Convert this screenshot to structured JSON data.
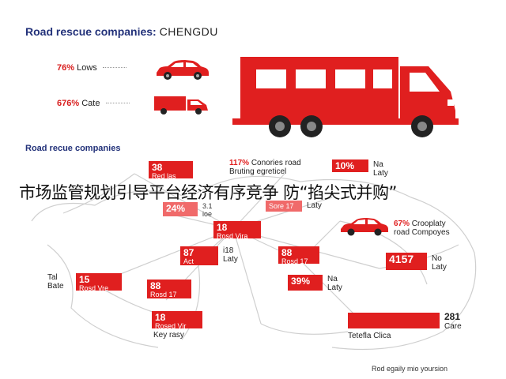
{
  "header": {
    "title": "Road rescue companies:",
    "city": "CHENGDU"
  },
  "top_stats": [
    {
      "pct": "76%",
      "label": "Lows"
    },
    {
      "pct": "676%",
      "label": "Cate"
    }
  ],
  "subtitle": "Road recue companies",
  "overlay_text": "市场监管规划引导平台经济有序竞争 防“掐尖式并购”",
  "map_labels": {
    "l1_value": "38",
    "l1_text": "Red las",
    "l2_pct": "117%",
    "l2_line1": "Conories road",
    "l2_line2": "Bruting egreticel",
    "l3_value": "10%",
    "l3_line1": "Na",
    "l3_line2": "Laty",
    "l4_value": "24%",
    "l4_line1": "3.1",
    "l4_line2": "ioe",
    "l5_text": "Sore 17",
    "l5_side": "Laty",
    "l6_pct": "67%",
    "l6_line1": "Crooplaty",
    "l6_line2": "road Compoyes",
    "l7_value": "18",
    "l7_text": "Rosd Vira",
    "l8_value": "87",
    "l8_text": "Act",
    "l8_side1": "i18",
    "l8_side2": "Laty",
    "l9_value": "88",
    "l9_text": "Rosd 17",
    "l10_value": "4157",
    "l10_line1": "No",
    "l10_line2": "Laty",
    "l11_side1": "Tal",
    "l11_side2": "Bate",
    "l11_value": "15",
    "l11_text": "Rosd Vre",
    "l12_value": "88",
    "l12_text": "Rosd 17",
    "l13_value": "39%",
    "l13_line1": "Na",
    "l13_line2": "Laty",
    "l14_value": "18",
    "l14_text": "Rosed Vir",
    "l14_below": "Key rasy",
    "l15_value": "281",
    "l15_text": "Care",
    "l15_below": "Tetefla Clica"
  },
  "footer": "Rod egaily mio yoursion",
  "colors": {
    "accent_red": "#e01f1f",
    "title_blue": "#23327a",
    "map_line": "#cfcfcf"
  },
  "icons": [
    "car-icon",
    "small-truck-icon",
    "big-truck-icon",
    "chat-box-icon",
    "map-road-network"
  ]
}
